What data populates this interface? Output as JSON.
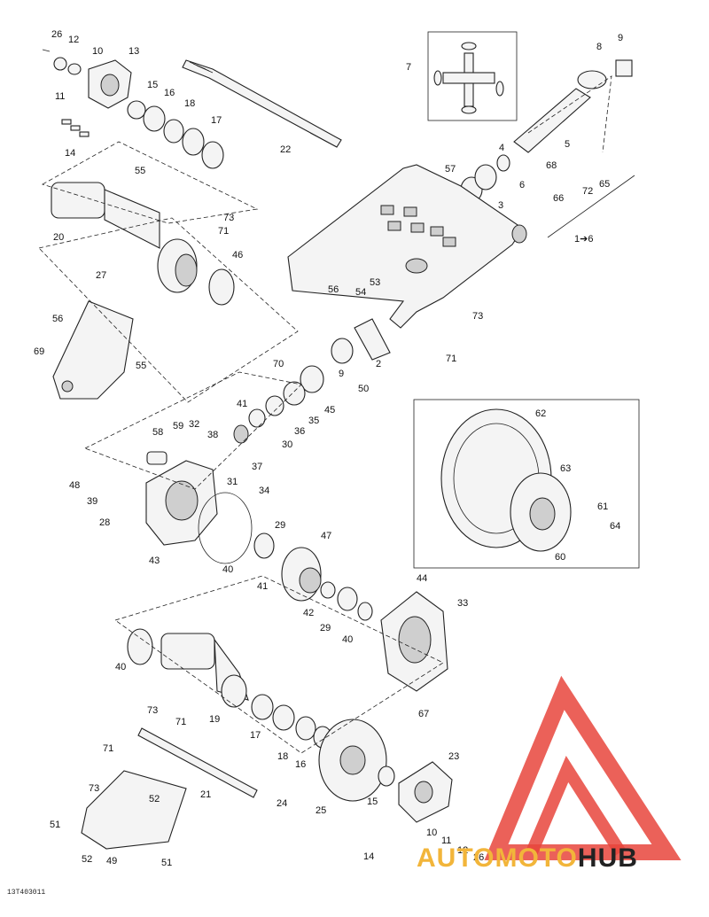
{
  "diagram": {
    "reference_code": "13T403011",
    "brand": {
      "part1": "AUTOMOTO",
      "part2": "HUB",
      "color_logo": "#e8453c",
      "color_text1": "#f2b53a",
      "color_text2": "#222222"
    },
    "callouts": [
      {
        "id": "c26a",
        "text": "26"
      },
      {
        "id": "c12a",
        "text": "12"
      },
      {
        "id": "c10a",
        "text": "10"
      },
      {
        "id": "c13",
        "text": "13"
      },
      {
        "id": "c11a",
        "text": "11"
      },
      {
        "id": "c15a",
        "text": "15"
      },
      {
        "id": "c16a",
        "text": "16"
      },
      {
        "id": "c18a",
        "text": "18"
      },
      {
        "id": "c17a",
        "text": "17"
      },
      {
        "id": "c14a",
        "text": "14"
      },
      {
        "id": "c22",
        "text": "22"
      },
      {
        "id": "c7",
        "text": "7"
      },
      {
        "id": "c8",
        "text": "8"
      },
      {
        "id": "c9a",
        "text": "9"
      },
      {
        "id": "c5",
        "text": "5"
      },
      {
        "id": "c4",
        "text": "4"
      },
      {
        "id": "c57",
        "text": "57"
      },
      {
        "id": "c6a",
        "text": "6"
      },
      {
        "id": "c3",
        "text": "3"
      },
      {
        "id": "c68",
        "text": "68"
      },
      {
        "id": "c66",
        "text": "66"
      },
      {
        "id": "c72",
        "text": "72"
      },
      {
        "id": "c65",
        "text": "65"
      },
      {
        "id": "c1to6",
        "text": "1➔6"
      },
      {
        "id": "c55a",
        "text": "55"
      },
      {
        "id": "c73a",
        "text": "73"
      },
      {
        "id": "c71a",
        "text": "71"
      },
      {
        "id": "c20",
        "text": "20"
      },
      {
        "id": "c46",
        "text": "46"
      },
      {
        "id": "c56a",
        "text": "56"
      },
      {
        "id": "c53",
        "text": "53"
      },
      {
        "id": "c54",
        "text": "54"
      },
      {
        "id": "c27",
        "text": "27"
      },
      {
        "id": "c56b",
        "text": "56"
      },
      {
        "id": "c69",
        "text": "69"
      },
      {
        "id": "c55b",
        "text": "55"
      },
      {
        "id": "c73b",
        "text": "73"
      },
      {
        "id": "c71b",
        "text": "71"
      },
      {
        "id": "c2",
        "text": "2"
      },
      {
        "id": "c70",
        "text": "70"
      },
      {
        "id": "c9b",
        "text": "9"
      },
      {
        "id": "c50",
        "text": "50"
      },
      {
        "id": "c41a",
        "text": "41"
      },
      {
        "id": "c45",
        "text": "45"
      },
      {
        "id": "c35",
        "text": "35"
      },
      {
        "id": "c36",
        "text": "36"
      },
      {
        "id": "c30",
        "text": "30"
      },
      {
        "id": "c38",
        "text": "38"
      },
      {
        "id": "c59",
        "text": "59"
      },
      {
        "id": "c32",
        "text": "32"
      },
      {
        "id": "c58",
        "text": "58"
      },
      {
        "id": "c37",
        "text": "37"
      },
      {
        "id": "c31",
        "text": "31"
      },
      {
        "id": "c48",
        "text": "48"
      },
      {
        "id": "c39",
        "text": "39"
      },
      {
        "id": "c28",
        "text": "28"
      },
      {
        "id": "c34",
        "text": "34"
      },
      {
        "id": "c29a",
        "text": "29"
      },
      {
        "id": "c47",
        "text": "47"
      },
      {
        "id": "c43",
        "text": "43"
      },
      {
        "id": "c40a",
        "text": "40"
      },
      {
        "id": "c41b",
        "text": "41"
      },
      {
        "id": "c42",
        "text": "42"
      },
      {
        "id": "c29b",
        "text": "29"
      },
      {
        "id": "c40b",
        "text": "40"
      },
      {
        "id": "c44",
        "text": "44"
      },
      {
        "id": "c33",
        "text": "33"
      },
      {
        "id": "c62",
        "text": "62"
      },
      {
        "id": "c63",
        "text": "63"
      },
      {
        "id": "c61",
        "text": "61"
      },
      {
        "id": "c64",
        "text": "64"
      },
      {
        "id": "c60",
        "text": "60"
      },
      {
        "id": "c40c",
        "text": "40"
      },
      {
        "id": "c73c",
        "text": "73"
      },
      {
        "id": "c71c",
        "text": "71"
      },
      {
        "id": "c19",
        "text": "19"
      },
      {
        "id": "c17b",
        "text": "17"
      },
      {
        "id": "c18b",
        "text": "18"
      },
      {
        "id": "c16b",
        "text": "16"
      },
      {
        "id": "c67",
        "text": "67"
      },
      {
        "id": "c71d",
        "text": "71"
      },
      {
        "id": "c73d",
        "text": "73"
      },
      {
        "id": "c21",
        "text": "21"
      },
      {
        "id": "c24",
        "text": "24"
      },
      {
        "id": "c25",
        "text": "25"
      },
      {
        "id": "c15b",
        "text": "15"
      },
      {
        "id": "c23",
        "text": "23"
      },
      {
        "id": "c52a",
        "text": "52"
      },
      {
        "id": "c51a",
        "text": "51"
      },
      {
        "id": "c52b",
        "text": "52"
      },
      {
        "id": "c49",
        "text": "49"
      },
      {
        "id": "c51b",
        "text": "51"
      },
      {
        "id": "c10b",
        "text": "10"
      },
      {
        "id": "c11b",
        "text": "11"
      },
      {
        "id": "c12b",
        "text": "12"
      },
      {
        "id": "c14b",
        "text": "14"
      },
      {
        "id": "c26b",
        "text": "26"
      }
    ]
  }
}
